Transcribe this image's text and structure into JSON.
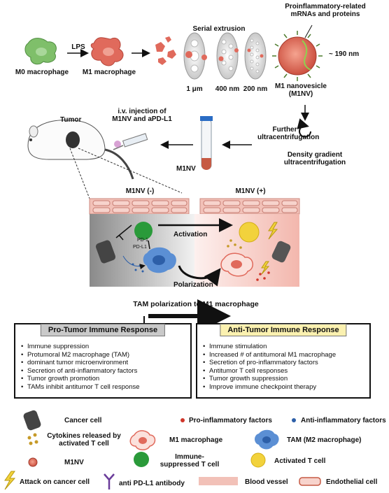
{
  "top": {
    "m0_label": "M0 macrophage",
    "lps_label": "LPS",
    "m1_label": "M1 macrophage",
    "serial_extrusion": "Serial extrusion",
    "pore_1": "1 μm",
    "pore_2": "400 nm",
    "pore_3": "200 nm",
    "proinflammatory_mrna": "Proinflammatory-related mRNAs and proteins",
    "size": "~ 190 nm",
    "m1nv_label": "M1 nanovesicle (M1NV)"
  },
  "middle": {
    "tumor": "Tumor",
    "injection": "i.v. injection of M1NV and aPD-L1",
    "further": "Further ultracentrifugation",
    "density": "Density gradient ultracentrifugation",
    "m1nv_tube": "M1NV"
  },
  "panel": {
    "neg": "M1NV (-)",
    "pos": "M1NV (+)",
    "activation": "Activation",
    "polarization": "Polarization",
    "pd1": "PD-1",
    "pdl1": "PD-L1",
    "tam_polarization": "TAM polarization to M1 macrophage"
  },
  "pro_box": {
    "title": "Pro-Tumor Immune Response",
    "items": [
      "Immune suppression",
      "Protumoral M2 macrophage (TAM)",
      "dominant tumor microenvironment",
      "Secretion of anti-inflammatory factors",
      "Tumor growth promotion",
      "TAMs inhibit antitumor T cell response"
    ]
  },
  "anti_box": {
    "title": "Anti-Tumor Immune Response",
    "items": [
      "Immune stimulation",
      "Increased # of antitumoral M1 macrophage",
      "Secretion of pro-inflammatory factors",
      "Antitumor T cell responses",
      "Tumor growth suppression",
      "Improve immune checkpoint therapy"
    ]
  },
  "legend": {
    "cancer_cell": "Cancer cell",
    "pro_factors": "Pro-inflammatory factors",
    "anti_factors": "Anti-inflammatory factors",
    "cytokines": "Cytokines released by activated T cell",
    "m1_macrophage": "M1 macrophage",
    "tam": "TAM (M2 macrophage)",
    "m1nv": "M1NV",
    "immune_suppressed": "Immune-suppressed T cell",
    "activated": "Activated T cell",
    "attack": "Attack on cancer cell",
    "antibody": "anti PD-L1 antibody",
    "vessel": "Blood vessel",
    "endothelial": "Endothelial cell"
  },
  "colors": {
    "m0": "#7fbf6a",
    "m1": "#e06a5c",
    "tam": "#5b8fd4",
    "tcell_green": "#2a9a3a",
    "tcell_yellow": "#f2d23c",
    "vessel": "#f0b8ad",
    "pro_head": "#c9c9c9",
    "anti_head": "#fbf1b0"
  }
}
